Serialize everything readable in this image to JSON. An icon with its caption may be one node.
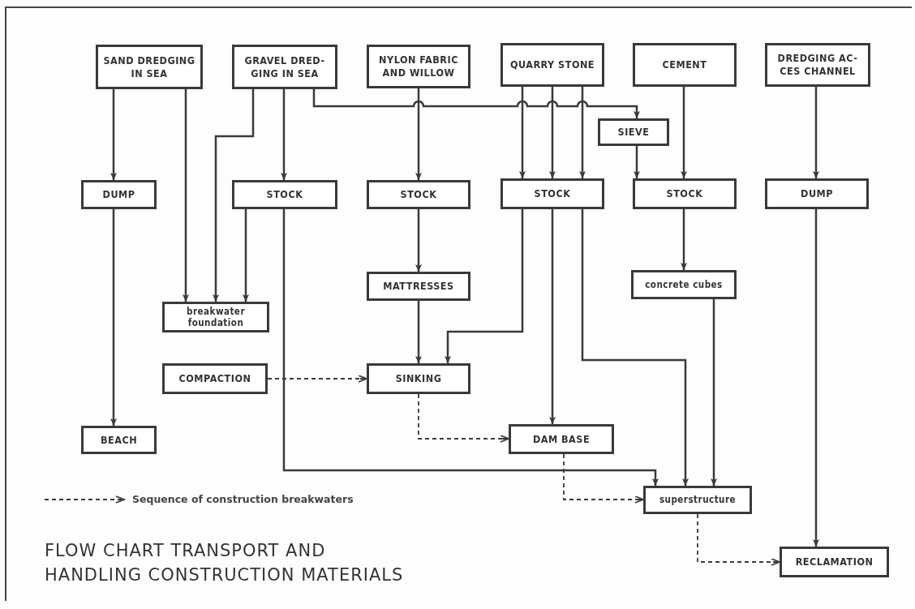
{
  "diagram": {
    "title": "FLOW CHART TRANSPORT AND HANDLING CONSTRUCTION MATERIALS",
    "nodes": [
      {
        "text": [
          "SAND DREDGING IN SEA"
        ]
      },
      {
        "text": [
          "GRAVEL DRED- GING IN SEA"
        ]
      },
      {
        "text": [
          "NYLON FABRIC AND WILLOW"
        ]
      },
      {
        "text": [
          "QUARRY STONE"
        ]
      },
      {
        "text": [
          "CEMENT"
        ]
      },
      {
        "text": [
          "DREDGING AC- CES CHANNEL"
        ]
      },
      {
        "text": [
          "SIEVE"
        ]
      },
      {
        "text": [
          "DUMP"
        ]
      },
      {
        "text": [
          "STOCK"
        ]
      },
      {
        "text": [
          "STOCK"
        ]
      },
      {
        "text": [
          "STOCK"
        ]
      },
      {
        "text": [
          "STOCK"
        ]
      },
      {
        "text": [
          "DUMP"
        ]
      },
      {
        "text": [
          "MATTRESSES"
        ]
      },
      {
        "text": [
          "concrete cubes"
        ]
      },
      {
        "text": [
          "breakwater foundation"
        ]
      },
      {
        "text": [
          "COMPACTION"
        ]
      },
      {
        "text": [
          "SINKING"
        ]
      },
      {
        "text": [
          "BEACH"
        ]
      },
      {
        "text": [
          "DAM BASE"
        ]
      },
      {
        "text": [
          "superstructure"
        ]
      },
      {
        "text": [
          "RECLAMATION"
        ]
      }
    ],
    "edges": [
      {
        "from": 0,
        "to": 7,
        "arrow": "to"
      },
      {
        "from": 0,
        "to": 15,
        "arrow": "to"
      },
      {
        "from": 1,
        "to": 15,
        "arrow": "to"
      },
      {
        "from": 1,
        "to": 8,
        "arrow": "to"
      },
      {
        "from": 1,
        "to": 6,
        "arrow": "to"
      },
      {
        "from": 2,
        "to": 9,
        "arrow": "to"
      },
      {
        "from": 3,
        "to": 10,
        "arrow": "to"
      },
      {
        "from": 3,
        "to": 10,
        "arrow": "to"
      },
      {
        "from": 3,
        "to": 10,
        "arrow": "to"
      },
      {
        "from": 4,
        "to": 11,
        "arrow": "to"
      },
      {
        "from": 6,
        "to": 11,
        "arrow": "to"
      },
      {
        "from": 5,
        "to": 12,
        "arrow": "to"
      },
      {
        "from": 7,
        "to": 18,
        "arrow": "to"
      },
      {
        "from": 8,
        "to": 15,
        "arrow": "to"
      },
      {
        "from": 8,
        "to": 20,
        "arrow": "to"
      },
      {
        "from": 9,
        "to": 13,
        "arrow": "to"
      },
      {
        "from": 13,
        "to": 17,
        "arrow": "to"
      },
      {
        "from": 10,
        "to": 17,
        "arrow": "to"
      },
      {
        "from": 10,
        "to": 19,
        "arrow": "to"
      },
      {
        "from": 10,
        "to": 20,
        "arrow": "to"
      },
      {
        "from": 11,
        "to": 14,
        "arrow": "to"
      },
      {
        "from": 14,
        "to": 20,
        "arrow": "to"
      },
      {
        "from": 12,
        "to": 21,
        "arrow": "to"
      },
      {
        "from": 16,
        "to": 17,
        "arrow": "to",
        "style": "dashed"
      },
      {
        "from": 17,
        "to": 19,
        "arrow": "to",
        "style": "dashed"
      },
      {
        "from": 19,
        "to": 20,
        "arrow": "to",
        "style": "dashed"
      },
      {
        "from": 20,
        "to": 21,
        "arrow": "to",
        "style": "dashed"
      }
    ],
    "legend": [
      {
        "text": "Sequence of construction breakwaters"
      }
    ]
  }
}
